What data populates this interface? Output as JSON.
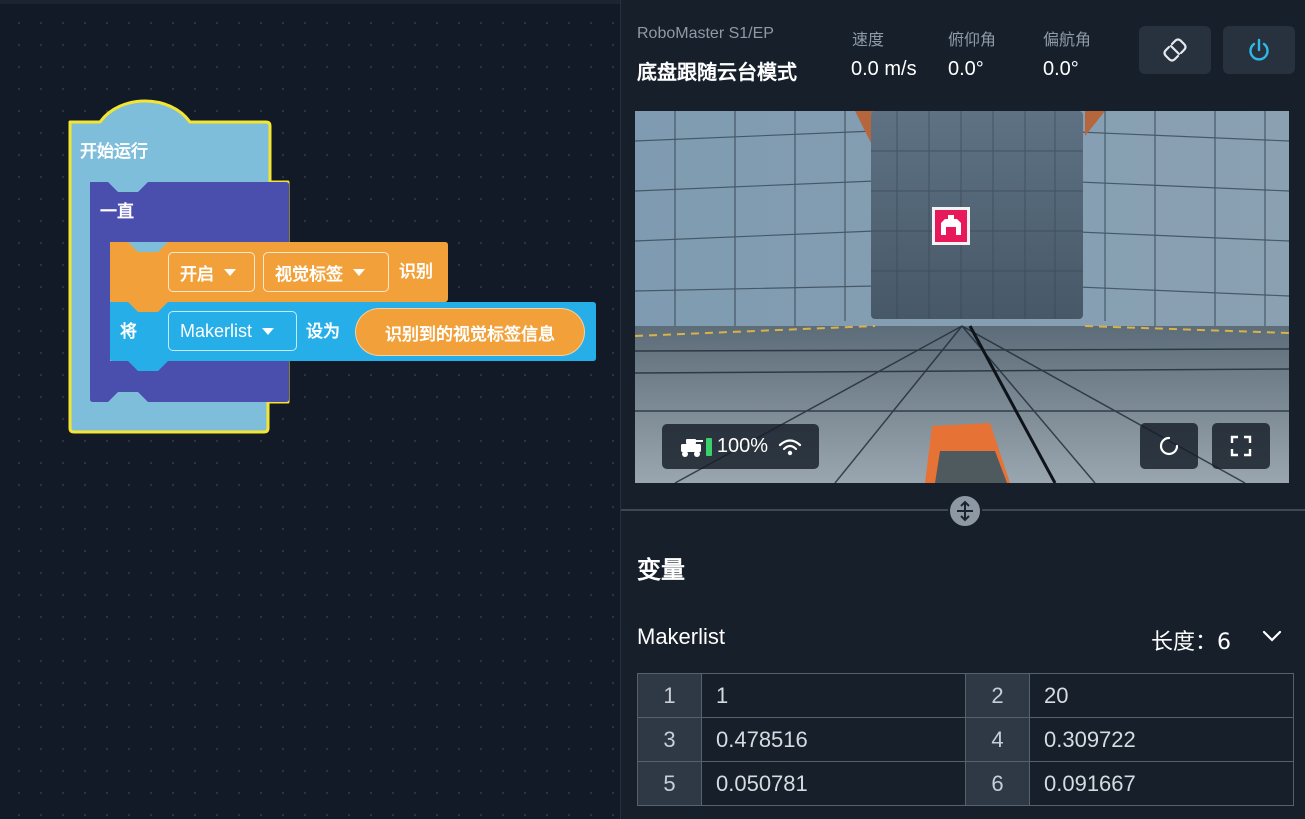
{
  "blocks": {
    "start": {
      "label": "开始运行",
      "color": "#7fbedb",
      "outline": "#f3e530"
    },
    "forever": {
      "label": "一直",
      "color": "#4a4fae"
    },
    "vision": {
      "toggle": "开启",
      "feature": "视觉标签",
      "suffix": "识别",
      "color": "#f2a13a"
    },
    "setvar": {
      "prefix": "将",
      "variable": "Makerlist",
      "middle": "设为",
      "value": "识别到的视觉标签信息",
      "color": "#25aee8"
    }
  },
  "header": {
    "device": "RoboMaster S1/EP",
    "mode": "底盘跟随云台模式",
    "speed": {
      "label": "速度",
      "value": "0.0 m/s"
    },
    "pitch": {
      "label": "俯仰角",
      "value": "0.0°"
    },
    "yaw": {
      "label": "偏航角",
      "value": "0.0°"
    },
    "disconnect_icon": "unlink-icon",
    "power_icon": "power-icon",
    "power_color": "#2fb8e6"
  },
  "camera": {
    "battery": "100%",
    "robot_icon": "robot-icon",
    "wifi_icon": "wifi-icon",
    "refresh_icon": "refresh-icon",
    "fullscreen_icon": "fullscreen-icon",
    "marker_color": "#e8195a"
  },
  "variables": {
    "title": "变量",
    "list_name": "Makerlist",
    "length_label": "长度：6",
    "rows": [
      {
        "i1": "1",
        "v1": "1",
        "i2": "2",
        "v2": "20"
      },
      {
        "i1": "3",
        "v1": "0.478516",
        "i2": "4",
        "v2": "0.309722"
      },
      {
        "i1": "5",
        "v1": "0.050781",
        "i2": "6",
        "v2": "0.091667"
      }
    ]
  }
}
